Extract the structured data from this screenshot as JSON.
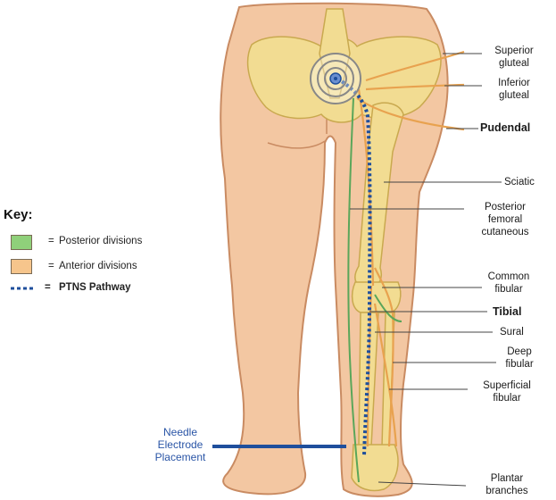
{
  "key": {
    "title": "Key:",
    "items": [
      {
        "symbol": "=",
        "label": "Posterior divisions",
        "color": "#8fd07a"
      },
      {
        "symbol": "=",
        "label": "Anterior divisions",
        "color": "#f6c58c"
      },
      {
        "symbol": "= ",
        "label": "PTNS Pathway",
        "color": "#1f4f9c"
      }
    ]
  },
  "nerve_labels": {
    "superior_gluteal": [
      "Superior",
      "gluteal"
    ],
    "inferior_gluteal": [
      "Inferior",
      "gluteal"
    ],
    "pudendal": "Pudendal",
    "sciatic": "Sciatic",
    "posterior_femoral_cutaneous": [
      "Posterior",
      "femoral",
      "cutaneous"
    ],
    "common_fibular": [
      "Common",
      "fibular"
    ],
    "tibial": "Tibial",
    "sural": "Sural",
    "deep_fibular": [
      "Deep",
      "fibular"
    ],
    "superficial_fibular": [
      "Superficial",
      "fibular"
    ],
    "plantar_branches": [
      "Plantar",
      "branches"
    ]
  },
  "needle_label": [
    "Needle",
    "Electrode",
    "Placement"
  ],
  "colors": {
    "skin": "#f3c7a2",
    "bone": "#f2dc92",
    "nerve": "#e8a24f",
    "posterior_nerve": "#5aa65a",
    "pathway": "#1f4f9c",
    "leader_line": "#444444"
  }
}
